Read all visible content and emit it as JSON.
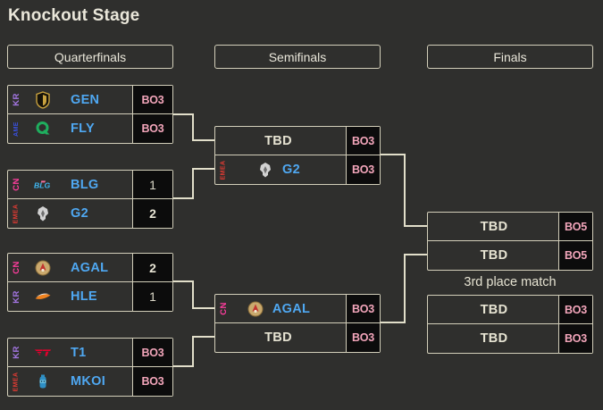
{
  "title": "Knockout Stage",
  "columns": {
    "quarterfinals": "Quarterfinals",
    "semifinals": "Semifinals",
    "finals": "Finals"
  },
  "third_place_title": "3rd place match",
  "matches": {
    "qf1": {
      "top": {
        "region": "KR",
        "region_color": "#a476e3",
        "team": "GEN",
        "result": "BO3"
      },
      "bottom": {
        "region": "AME",
        "region_color": "#3a50dd",
        "team": "FLY",
        "result": "BO3"
      }
    },
    "qf2": {
      "top": {
        "region": "CN",
        "region_color": "#ff3d9e",
        "team": "BLG",
        "result": "1"
      },
      "bottom": {
        "region": "EMEA",
        "region_color": "#e23b33",
        "team": "G2",
        "result": "2",
        "winner": true
      }
    },
    "qf3": {
      "top": {
        "region": "CN",
        "region_color": "#ff3d9e",
        "team": "AGAL",
        "result": "2",
        "winner": true
      },
      "bottom": {
        "region": "KR",
        "region_color": "#a476e3",
        "team": "HLE",
        "result": "1"
      }
    },
    "qf4": {
      "top": {
        "region": "KR",
        "region_color": "#a476e3",
        "team": "T1",
        "result": "BO3"
      },
      "bottom": {
        "region": "EMEA",
        "region_color": "#e23b33",
        "team": "MKOI",
        "result": "BO3"
      }
    },
    "sf1": {
      "top": {
        "team": "TBD",
        "result": "BO3"
      },
      "bottom": {
        "region": "EMEA",
        "region_color": "#e23b33",
        "team": "G2",
        "result": "BO3"
      }
    },
    "sf2": {
      "top": {
        "region": "CN",
        "region_color": "#ff3d9e",
        "team": "AGAL",
        "result": "BO3"
      },
      "bottom": {
        "team": "TBD",
        "result": "BO3"
      }
    },
    "final": {
      "top": {
        "team": "TBD",
        "result": "BO5"
      },
      "bottom": {
        "team": "TBD",
        "result": "BO5"
      }
    },
    "third": {
      "top": {
        "team": "TBD",
        "result": "BO3"
      },
      "bottom": {
        "team": "TBD",
        "result": "BO3"
      }
    }
  },
  "colors": {
    "background": "#2f2f2d",
    "border": "#d3cfba",
    "team_blue": "#4fa8f2",
    "format_pink": "#f2a5ba",
    "score_cream": "#e9e6d6",
    "cell_black": "#0c0c0c",
    "region_kr": "#a476e3",
    "region_ame": "#3a50dd",
    "region_cn": "#ff3d9e",
    "region_emea": "#e23b33"
  }
}
